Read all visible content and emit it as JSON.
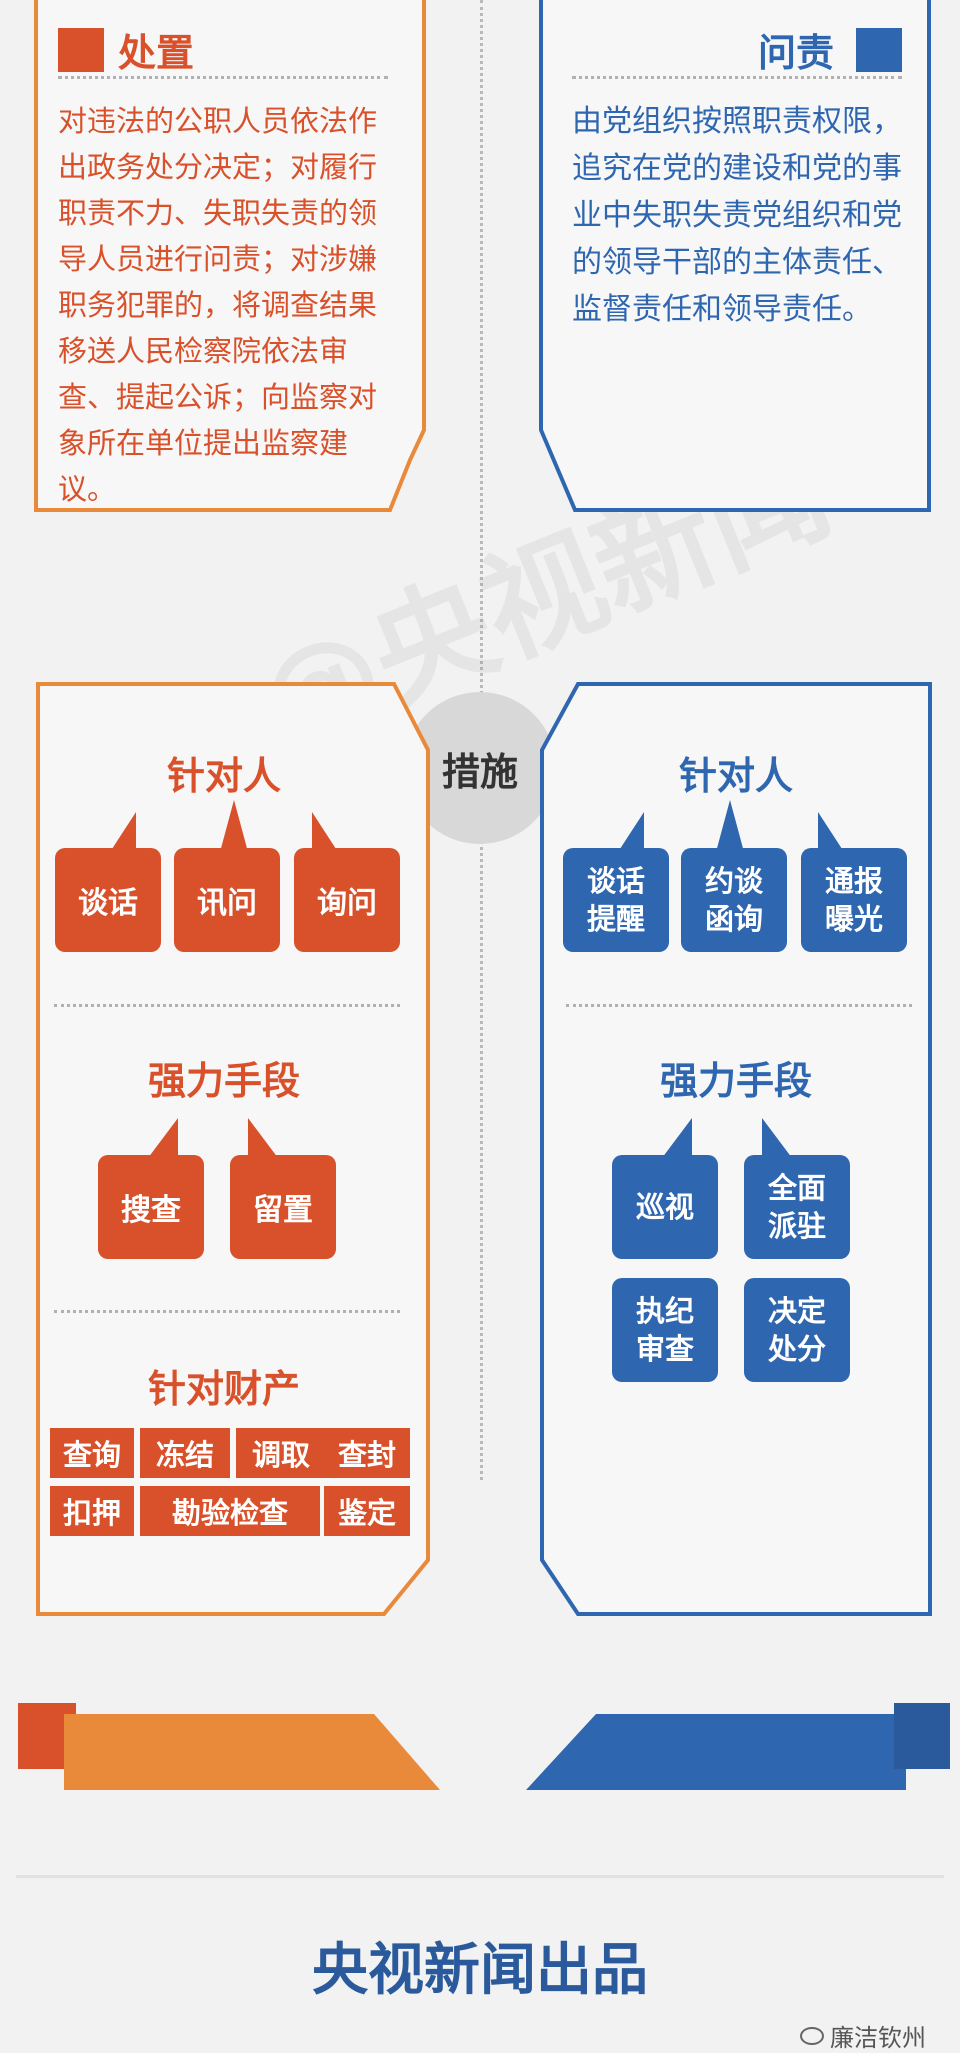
{
  "watermark": "@央视新闻",
  "top_left": {
    "title": "处置",
    "body": "对违法的公职人员依法作出政务处分决定；对履行职责不力、失职失责的领导人员进行问责；对涉嫌职务犯罪的，将调查结果移送人民检察院依法审查、提起公诉；向监察对象所在单位提出监察建议。"
  },
  "top_right": {
    "title": "问责",
    "body": "由党组织按照职责权限，追究在党的建设和党的事业中失职失责党组织和党的领导干部的主体责任、监督责任和领导责任。"
  },
  "center_label": "措施",
  "left": {
    "sec1": {
      "heading": "针对人",
      "items": [
        "谈话",
        "讯问",
        "询问"
      ]
    },
    "sec2": {
      "heading": "强力手段",
      "items": [
        "搜查",
        "留置"
      ]
    },
    "sec3": {
      "heading": "针对财产",
      "row1": [
        "查询",
        "冻结",
        "调取",
        "查封"
      ],
      "row2": [
        "扣押",
        "勘验检查",
        "鉴定"
      ]
    }
  },
  "right": {
    "sec1": {
      "heading": "针对人",
      "items": [
        [
          "谈话",
          "提醒"
        ],
        [
          "约谈",
          "函询"
        ],
        [
          "通报",
          "曝光"
        ]
      ]
    },
    "sec2": {
      "heading": "强力手段",
      "items": [
        [
          "巡视"
        ],
        [
          "全面",
          "派驻"
        ],
        [
          "执纪",
          "审查"
        ],
        [
          "决定",
          "处分"
        ]
      ]
    }
  },
  "footer": {
    "producer": "央视新闻出品",
    "account": "廉洁钦州"
  },
  "colors": {
    "orange": "#d9512a",
    "orange_light": "#e98a3a",
    "blue": "#2f66b0",
    "blue_dark": "#2a5a9c"
  }
}
